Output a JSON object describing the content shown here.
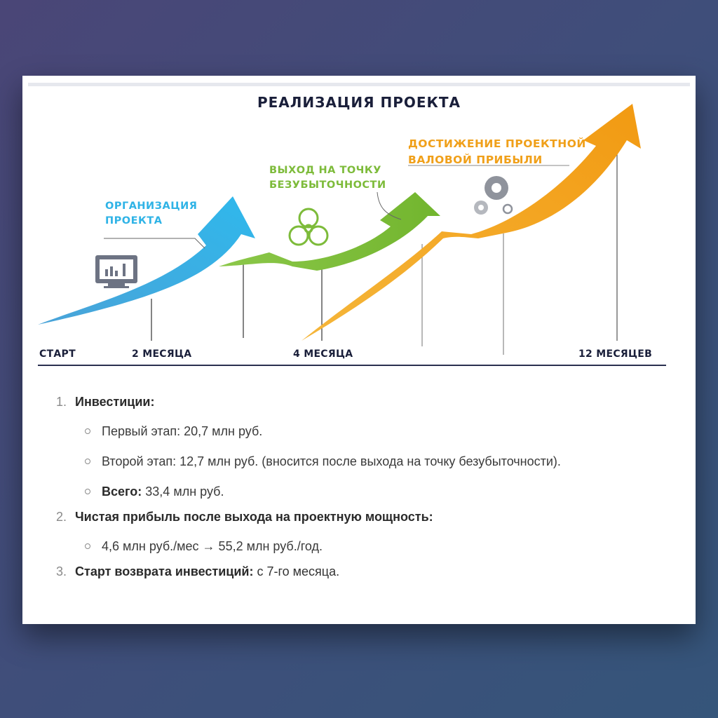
{
  "diagram": {
    "title": "РЕАЛИЗАЦИЯ ПРОЕКТА",
    "stages": [
      {
        "label_line1": "ОРГАНИЗАЦИЯ",
        "label_line2": "ПРОЕКТА",
        "color": "#2fb3e6",
        "icon": "monitor-chart-icon"
      },
      {
        "label_line1": "ВЫХОД НА ТОЧКУ",
        "label_line2": "БЕЗУБЫТОЧНОСТИ",
        "color": "#7dbb3a",
        "icon": "gears-outline-icon"
      },
      {
        "label_line1": "ДОСТИЖЕНИЕ ПРОЕКТНОЙ",
        "label_line2": "ВАЛОВОЙ ПРИБЫЛИ",
        "color": "#f0a01a",
        "icon": "gears-grey-icon"
      }
    ],
    "timeline": [
      "СТАРТ",
      "2 МЕСЯЦА",
      "4 МЕСЯЦА",
      "12 МЕСЯЦЕВ"
    ]
  },
  "list": {
    "items": [
      {
        "number": "1.",
        "title": "Инвестиции:",
        "sub": [
          {
            "bold": "",
            "text": "Первый этап: 20,7 млн руб."
          },
          {
            "bold": "",
            "text": "Второй этап: 12,7 млн руб. (вносится после выхода на точку безубыточности)."
          },
          {
            "bold": "Всего:",
            "text": " 33,4 млн руб."
          }
        ]
      },
      {
        "number": "2.",
        "title": "Чистая прибыль после выхода на проектную мощность:",
        "sub": [
          {
            "bold": "",
            "text": "4,6 млн руб./мес → 55,2 млн руб./год."
          }
        ]
      },
      {
        "number": "3.",
        "title": "Старт возврата инвестиций:",
        "rest": " с 7-го месяца."
      }
    ]
  }
}
